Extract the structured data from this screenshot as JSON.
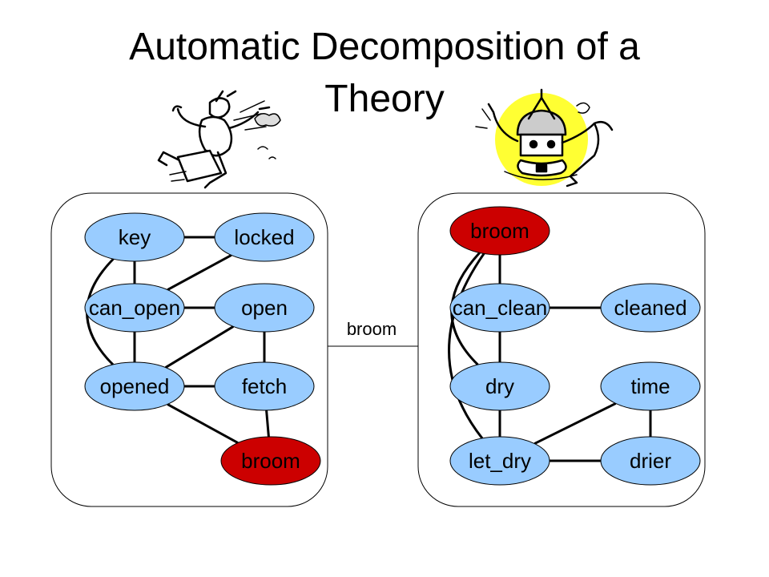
{
  "slide": {
    "title_line1": "Automatic Decomposition of a",
    "title_line2": "Theory"
  },
  "colors": {
    "node_fill": "#99ccff",
    "shared_node_fill": "#cc0000",
    "edge": "#000000",
    "background": "#ffffff"
  },
  "link_label": "broom",
  "left_partition": {
    "nodes": [
      {
        "id": "key",
        "label": "key",
        "shared": false
      },
      {
        "id": "locked",
        "label": "locked",
        "shared": false
      },
      {
        "id": "can_open",
        "label": "can_open",
        "shared": false
      },
      {
        "id": "open",
        "label": "open",
        "shared": false
      },
      {
        "id": "opened",
        "label": "opened",
        "shared": false
      },
      {
        "id": "fetch",
        "label": "fetch",
        "shared": false
      },
      {
        "id": "broom",
        "label": "broom",
        "shared": true
      }
    ],
    "edges": [
      [
        "key",
        "locked"
      ],
      [
        "key",
        "can_open"
      ],
      [
        "locked",
        "can_open"
      ],
      [
        "can_open",
        "open"
      ],
      [
        "can_open",
        "opened"
      ],
      [
        "open",
        "opened"
      ],
      [
        "open",
        "fetch"
      ],
      [
        "opened",
        "fetch"
      ],
      [
        "fetch",
        "broom"
      ],
      [
        "opened",
        "broom"
      ],
      [
        "key",
        "opened"
      ]
    ]
  },
  "right_partition": {
    "nodes": [
      {
        "id": "broom",
        "label": "broom",
        "shared": true
      },
      {
        "id": "can_clean",
        "label": "can_clean",
        "shared": false
      },
      {
        "id": "cleaned",
        "label": "cleaned",
        "shared": false
      },
      {
        "id": "dry",
        "label": "dry",
        "shared": false
      },
      {
        "id": "time",
        "label": "time",
        "shared": false
      },
      {
        "id": "let_dry",
        "label": "let_dry",
        "shared": false
      },
      {
        "id": "drier",
        "label": "drier",
        "shared": false
      }
    ],
    "edges": [
      [
        "broom",
        "can_clean"
      ],
      [
        "can_clean",
        "cleaned"
      ],
      [
        "can_clean",
        "dry"
      ],
      [
        "dry",
        "let_dry"
      ],
      [
        "let_dry",
        "drier"
      ],
      [
        "let_dry",
        "time"
      ],
      [
        "time",
        "drier"
      ],
      [
        "broom",
        "dry"
      ],
      [
        "broom",
        "let_dry"
      ]
    ]
  },
  "illustrations": {
    "left": "running-robot-cartoon",
    "right": "cleaning-robot-cartoon"
  }
}
